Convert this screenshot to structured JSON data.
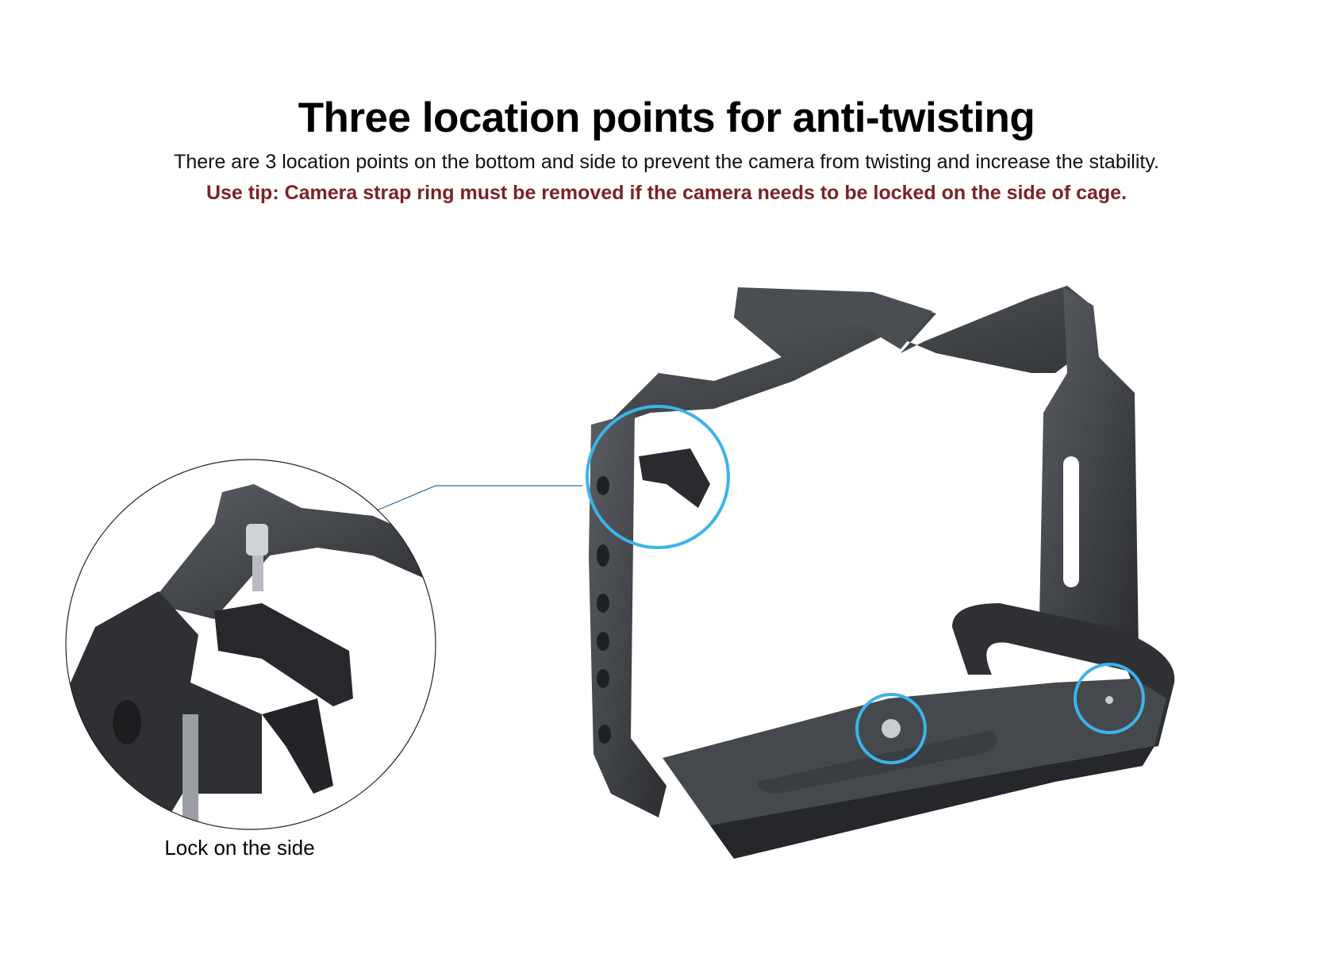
{
  "header": {
    "title": "Three location points for anti-twisting",
    "description": "There are 3 location points on the bottom and side to prevent the camera from twisting and increase the stability.",
    "tip": "Use tip: Camera strap ring must be removed if the camera needs to be locked on the side of cage."
  },
  "inset": {
    "caption": "Lock on the side"
  },
  "colors": {
    "tip": "#7b2226",
    "highlight": "#3bb4ea",
    "cage": "#3a3c40",
    "callout_line": "#2a6fa8"
  }
}
